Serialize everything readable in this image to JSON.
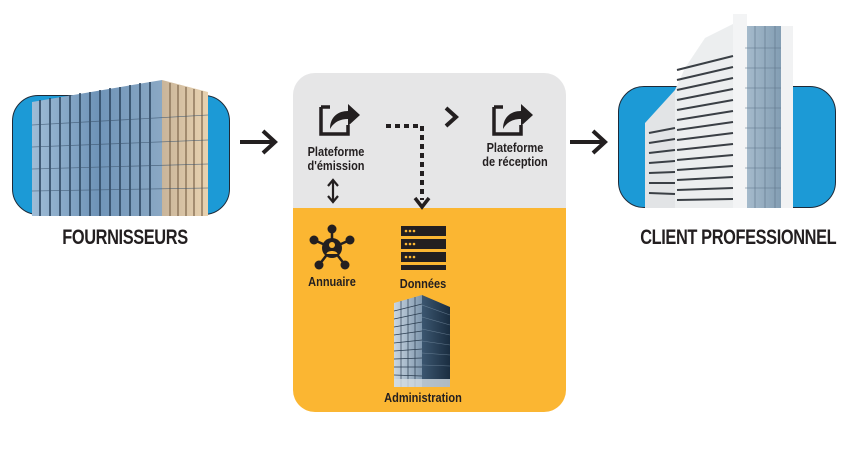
{
  "colors": {
    "tile_blue": "#1c9ad6",
    "platform_gray": "#e6e6e7",
    "admin_orange": "#fbb632",
    "ink": "#231f20"
  },
  "left": {
    "label": "FOURNISSEURS",
    "icon": "office-building-image"
  },
  "right": {
    "label": "CLIENT PROFESSIONNEL",
    "icon": "tower-building-image"
  },
  "platforms": {
    "emission": {
      "line1": "Plateforme",
      "line2": "d'émission",
      "icon": "share-icon"
    },
    "reception": {
      "line1": "Plateforme",
      "line2": "de réception",
      "icon": "share-icon"
    }
  },
  "admin_section": {
    "annuaire": {
      "label": "Annuaire",
      "icon": "network-user-icon"
    },
    "donnees": {
      "label": "Données",
      "icon": "server-icon"
    },
    "administration": {
      "label": "Administration",
      "icon": "government-building-image"
    }
  },
  "arrows": [
    "arrow-right-icon",
    "chevron-right-icon",
    "dotted-elbow-arrow-icon",
    "double-arrow-vertical-icon",
    "arrow-right-icon"
  ]
}
